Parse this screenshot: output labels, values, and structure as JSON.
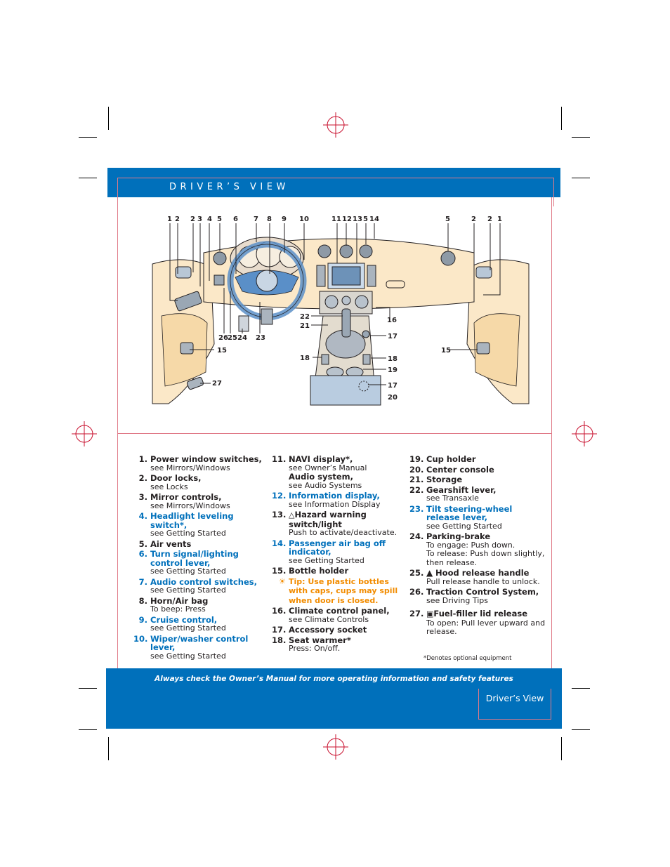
{
  "header": {
    "title": "DRIVER’S VIEW"
  },
  "diagram": {
    "top_labels": [
      "1",
      "2",
      "2",
      "3",
      "4",
      "5",
      "6",
      "7",
      "8",
      "9",
      "10",
      "11",
      "12",
      "13",
      "5",
      "14",
      "5",
      "2",
      "2",
      "1"
    ],
    "side_labels": [
      "26",
      "25",
      "24",
      "23",
      "15",
      "27",
      "22",
      "21",
      "16",
      "17",
      "18",
      "18",
      "19",
      "17",
      "20",
      "15"
    ]
  },
  "legend": {
    "col1": [
      {
        "n": "1.",
        "t": "Power window switches,",
        "s": "see Mirrors/Windows"
      },
      {
        "n": "2.",
        "t": "Door locks,",
        "s": "see Locks"
      },
      {
        "n": "3.",
        "t": "Mirror controls,",
        "s": "see Mirrors/Windows"
      },
      {
        "n": "4.",
        "t": "Headlight leveling switch*,",
        "s": "see Getting Started"
      },
      {
        "n": "5.",
        "t": "Air vents",
        "s": ""
      },
      {
        "n": "6.",
        "t": "Turn signal/lighting control lever,",
        "s": "see Getting Started"
      },
      {
        "n": "7.",
        "t": "Audio control switches,",
        "s": "see Getting Started"
      },
      {
        "n": "8.",
        "t": "Horn/Air bag",
        "s": "To beep: Press"
      },
      {
        "n": "9.",
        "t": "Cruise control,",
        "s": "see Getting Started"
      },
      {
        "n": "10.",
        "t": "Wiper/washer control lever,",
        "s": "see Getting Started"
      }
    ],
    "col2": [
      {
        "n": "11.",
        "t": "NAVI display*,",
        "s": "see Owner’s Manual"
      },
      {
        "t2": "Audio system,",
        "s2": "see Audio Systems"
      },
      {
        "n": "12.",
        "t": "Information display,",
        "s": "see Information Display"
      },
      {
        "n": "13.",
        "t": "Hazard warning switch/light",
        "s": "Push to activate/deactivate."
      },
      {
        "n": "14.",
        "t": "Passenger air bag off indicator,",
        "s": "see Getting Started"
      },
      {
        "n": "15.",
        "t": "Bottle holder",
        "s": ""
      },
      {
        "tip": "Tip: Use plastic bottles with caps, cups may spill when door is closed."
      },
      {
        "n": "16.",
        "t": "Climate control panel,",
        "s": "see Climate Controls"
      },
      {
        "n": "17.",
        "t": "Accessory socket",
        "s": ""
      },
      {
        "n": "18.",
        "t": "Seat warmer*",
        "s": "Press: On/off."
      }
    ],
    "col3": [
      {
        "n": "19.",
        "t": "Cup holder",
        "s": ""
      },
      {
        "n": "20.",
        "t": "Center console",
        "s": ""
      },
      {
        "n": "21.",
        "t": "Storage",
        "s": ""
      },
      {
        "n": "22.",
        "t": "Gearshift lever,",
        "s": "see Transaxle"
      },
      {
        "n": "23.",
        "t": "Tilt steering-wheel release lever,",
        "s": "see Getting Started"
      },
      {
        "n": "24.",
        "t": "Parking-brake",
        "s": "To engage: Push down.",
        "s_extra": "To release: Push down slightly, then release."
      },
      {
        "n": "25.",
        "t": "Hood release handle",
        "s": "Pull release handle to unlock."
      },
      {
        "n": "26.",
        "t": "Traction Control System,",
        "s": "see Driving Tips"
      },
      {
        "n": "27.",
        "t": "Fuel-filler lid release",
        "s": "To open: Pull lever upward and release."
      }
    ],
    "footnote": "*Denotes optional equipment"
  },
  "footer": {
    "banner": "Always check the Owner’s Manual for more operating information and safety features",
    "tab": "Driver’s View"
  },
  "colors": {
    "brand_blue": "#0070bb",
    "tip_orange": "#f28c00",
    "frame_pink": "#e07a88"
  }
}
